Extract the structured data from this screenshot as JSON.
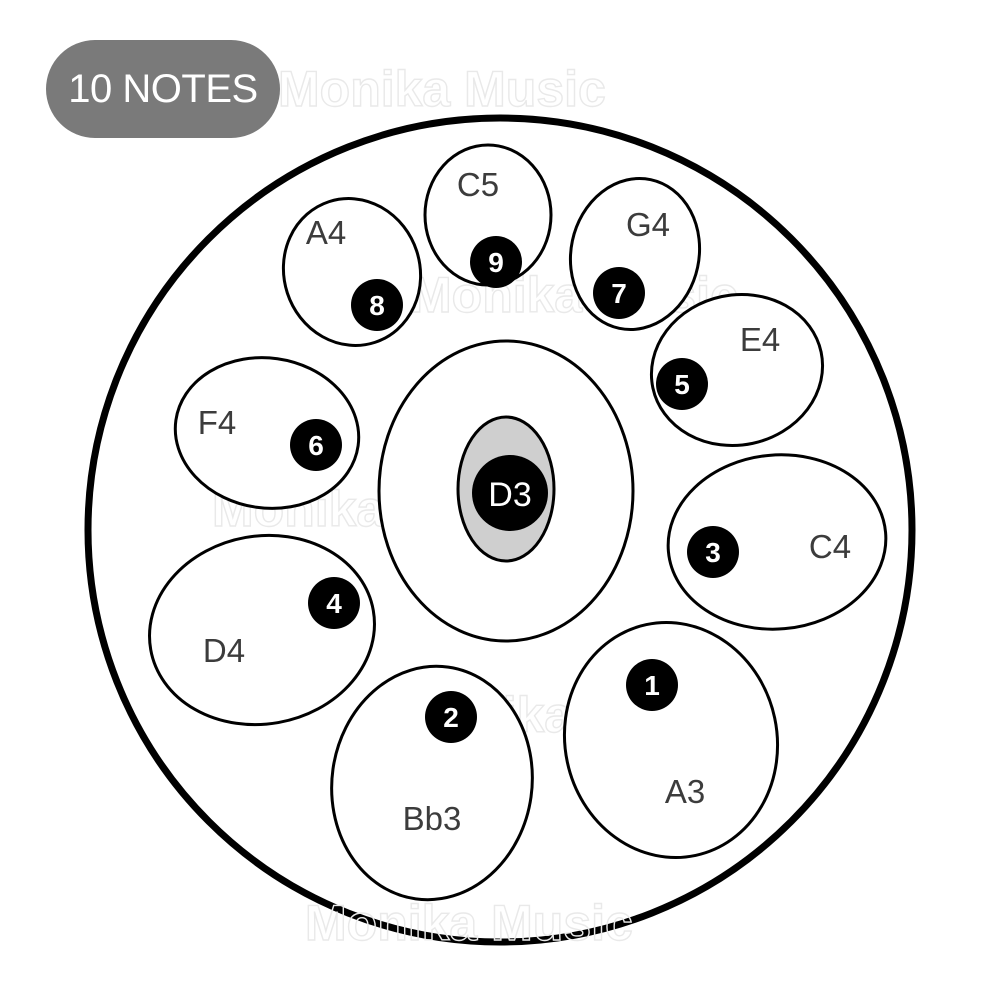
{
  "badge": {
    "label": "10 NOTES",
    "color": "#7a7a7a"
  },
  "watermark": "Monika Music",
  "ding": {
    "label": "D3",
    "fill": "#cfcfcf"
  },
  "notes": [
    {
      "name": "A3",
      "number": "1"
    },
    {
      "name": "Bb3",
      "number": "2"
    },
    {
      "name": "C4",
      "number": "3"
    },
    {
      "name": "D4",
      "number": "4"
    },
    {
      "name": "E4",
      "number": "5"
    },
    {
      "name": "F4",
      "number": "6"
    },
    {
      "name": "G4",
      "number": "7"
    },
    {
      "name": "A4",
      "number": "8"
    },
    {
      "name": "C5",
      "number": "9"
    }
  ],
  "colors": {
    "outline": "#000000",
    "marker": "#000000",
    "label": "#3c3c3c"
  }
}
